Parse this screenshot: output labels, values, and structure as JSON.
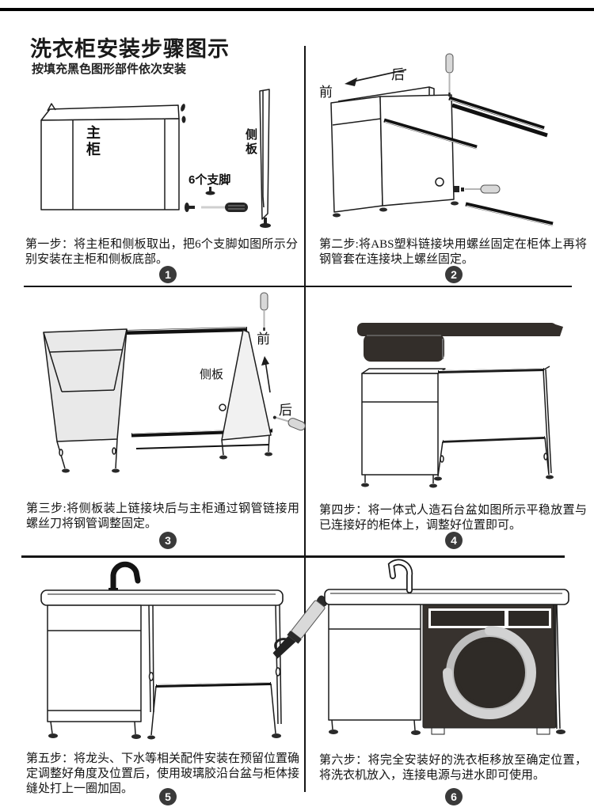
{
  "header": {
    "title": "洗衣柜安装步骤图示",
    "subtitle": "按填充黑色图形部件依次安装"
  },
  "steps": [
    {
      "num": "1",
      "caption": "第一步：将主柜和侧板取出，把6个支脚如图所示分别安装在主柜和侧板底部。"
    },
    {
      "num": "2",
      "caption": "第二步:将ABS塑料链接块用螺丝固定在柜体上再将钢管套在连接块上螺丝固定。"
    },
    {
      "num": "3",
      "caption": "第三步:将侧板装上链接块后与主柜通过钢管链接用螺丝刀将钢管调整固定。"
    },
    {
      "num": "4",
      "caption": "第四步：将一体式人造石台盆如图所示平稳放置与已连接好的柜体上，调整好位置即可。"
    },
    {
      "num": "5",
      "caption": "第五步：将龙头、下水等相关配件安装在预留位置确定调整好角度及位置后，使用玻璃胶沿台盆与柜体接缝处打上一圈加固。"
    },
    {
      "num": "6",
      "caption": "第六步：将完全安装好的洗衣柜移放至确定位置，将洗衣机放入，连接电源与进水即可使用。"
    }
  ],
  "labels": {
    "step1": {
      "main_cabinet": "主柜",
      "side_panel": "侧板",
      "feet": "6个支脚"
    },
    "step2": {
      "front": "前",
      "back": "后"
    },
    "step3": {
      "front": "前",
      "back": "后",
      "side_panel": "侧板"
    }
  },
  "colors": {
    "ink": "#1b1b1b",
    "badge_bg": "#3a3a3a",
    "counter_dark": "#332e2a",
    "machine_body": "#37322e",
    "drum_ring": "#c4c4c4",
    "cabinet_grey": "#e9e9e9",
    "tool_grey": "#d8d8d8"
  }
}
